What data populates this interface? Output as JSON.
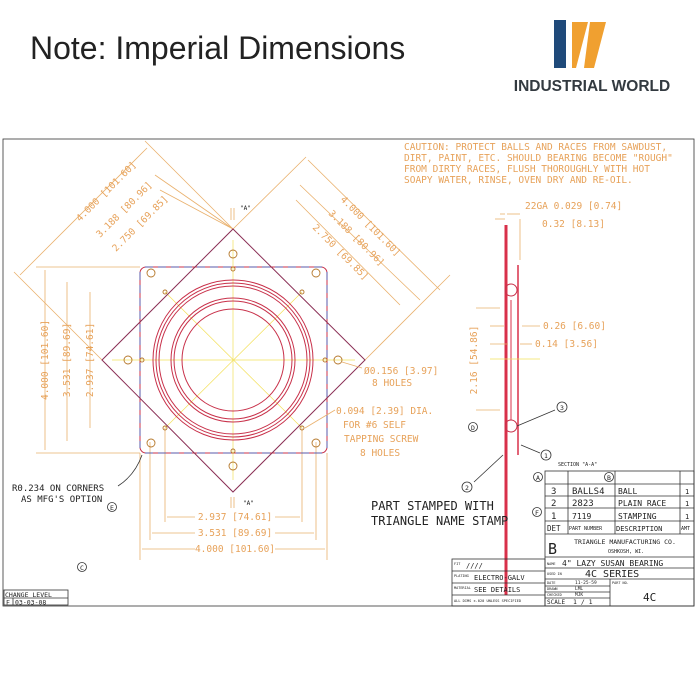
{
  "header": {
    "note": "Note: Imperial Dimensions"
  },
  "logo": {
    "name": "INDUSTRIAL WORLD",
    "colors": {
      "blue": "#1f4a7a",
      "orange": "#f0a030"
    }
  },
  "drawing": {
    "caution": [
      "CAUTION: PROTECT BALLS AND RACES FROM SAWDUST,",
      "DIRT, PAINT, ETC. SHOULD BEARING BECOME \"ROUGH\"",
      "FROM DIRTY RACES, FLUSH THOROUGHLY WITH HOT",
      "SOAPY WATER, RINSE, OVEN DRY AND RE-OIL."
    ],
    "diag_left": [
      "4.000 [101.60]",
      "3.188 [80.96]",
      "2.750 [69.85]"
    ],
    "diag_right": [
      "4.000 [101.60]",
      "3.188 [80.96]",
      "2.750 [69.85]"
    ],
    "vertical_left": [
      "4.000 [101.60]",
      "3.531 [89.69]",
      "2.937 [74.61]"
    ],
    "bottom": [
      "2.937 [74.61]",
      "3.531 [89.69]",
      "4.000 [101.60]"
    ],
    "hole_large": [
      "Ø0.156 [3.97]",
      "8 HOLES"
    ],
    "hole_small": [
      "0.094 [2.39] DIA.",
      "FOR #6 SELF",
      "TAPPING SCREW",
      "8 HOLES"
    ],
    "corner_note": [
      "R0.234 ON CORNERS",
      "AS MFG'S OPTION"
    ],
    "section_marker": "\"A\"",
    "section": {
      "gauge": "22GA 0.029 [0.74]",
      "width": "0.32 [8.13]",
      "d1": "0.26 [6.60]",
      "d2": "0.14 [3.56]",
      "height": "2.16 [54.86]",
      "label": "SECTION \"A-A\""
    },
    "stamp_note": [
      "PART STAMPED WITH",
      "TRIANGLE NAME STAMP"
    ],
    "zones": {
      "a": "A",
      "b": "B",
      "c": "C",
      "d": "D",
      "e": "E",
      "f": "F"
    },
    "balloons": [
      "1",
      "2",
      "3"
    ]
  },
  "parts_table": {
    "rows": [
      [
        "3",
        "BALLS4",
        "BALL",
        "1"
      ],
      [
        "2",
        "2823",
        "PLAIN RACE",
        "1"
      ],
      [
        "1",
        "7119",
        "STAMPING",
        "1"
      ]
    ],
    "headers": [
      "DET",
      "PART NUMBER",
      "DESCRIPTION",
      "AMT"
    ]
  },
  "title_block": {
    "rev_letter": "B",
    "company": "TRIANGLE MANUFACTURING CO.",
    "city": "OSHKOSH, WI.",
    "name_label": "NAME",
    "name": "4\" LAZY SUSAN BEARING",
    "used_label": "USED IN",
    "used": "4C SERIES",
    "date_label": "DATE",
    "date": "11-25-59",
    "drawn_label": "DRAWN",
    "drawn": "LML",
    "checked_label": "CHECKED",
    "checked": "MJK",
    "scale_label": "SCALE",
    "scale": "1 / 1",
    "part_label": "PART NO.",
    "part": "4C",
    "fit_label": "FIT",
    "fit": "////",
    "plating_label": "PLATING",
    "plating": "ELECTRO-GALV",
    "material_label": "MATERIAL",
    "material": "SEE DETAILS",
    "tolerance": "ALL DIMS ±.020 UNLESS SPECIFIED"
  },
  "change_level": {
    "label": "CHANGE LEVEL",
    "level": "F",
    "date": "03-03-08"
  }
}
